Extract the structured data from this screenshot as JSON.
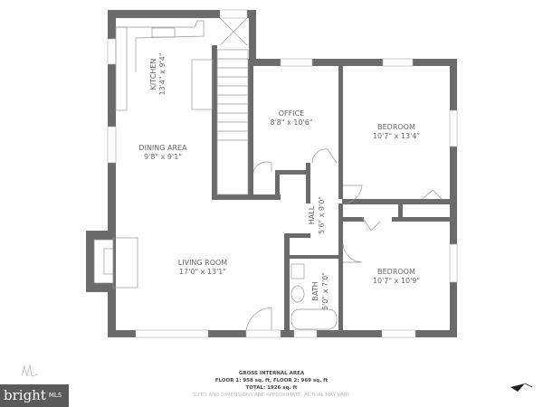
{
  "rooms": {
    "kitchen": {
      "name": "KITCHEN",
      "size": "13'4\" x 9'4\""
    },
    "dining": {
      "name": "DINING AREA",
      "size": "9'8\" x 9'1\""
    },
    "office": {
      "name": "OFFICE",
      "size": "8'8\" x 10'6\""
    },
    "bedroom1": {
      "name": "BEDROOM",
      "size": "10'7\" x 13'4\""
    },
    "hall": {
      "name": "HALL",
      "size": "5'6\" x 9'0\""
    },
    "living": {
      "name": "LIVING ROOM",
      "size": "17'0\" x 13'1\""
    },
    "bath": {
      "name": "BATH",
      "size": "5'0\" x 7'0\""
    },
    "bedroom2": {
      "name": "BEDROOM",
      "size": "10'7\" x 10'9\""
    }
  },
  "footer": {
    "title": "GROSS INTERNAL AREA",
    "floors": "FLOOR 1: 958 sq. ft, FLOOR 2: 969 sq. ft",
    "total": "TOTAL: 1926 sq. ft",
    "disclaimer": "SIZES AND DIMENSIONS ARE APPROXIMATE, ACTUAL MAY VARY."
  },
  "logo": {
    "brand": "bright",
    "suffix": "MLS"
  },
  "colors": {
    "wall": "#6b6b6b",
    "logo_bg": "#5a5a5a"
  },
  "icons": {
    "compass": "north-arrow-icon",
    "signature": "signature-mark"
  }
}
